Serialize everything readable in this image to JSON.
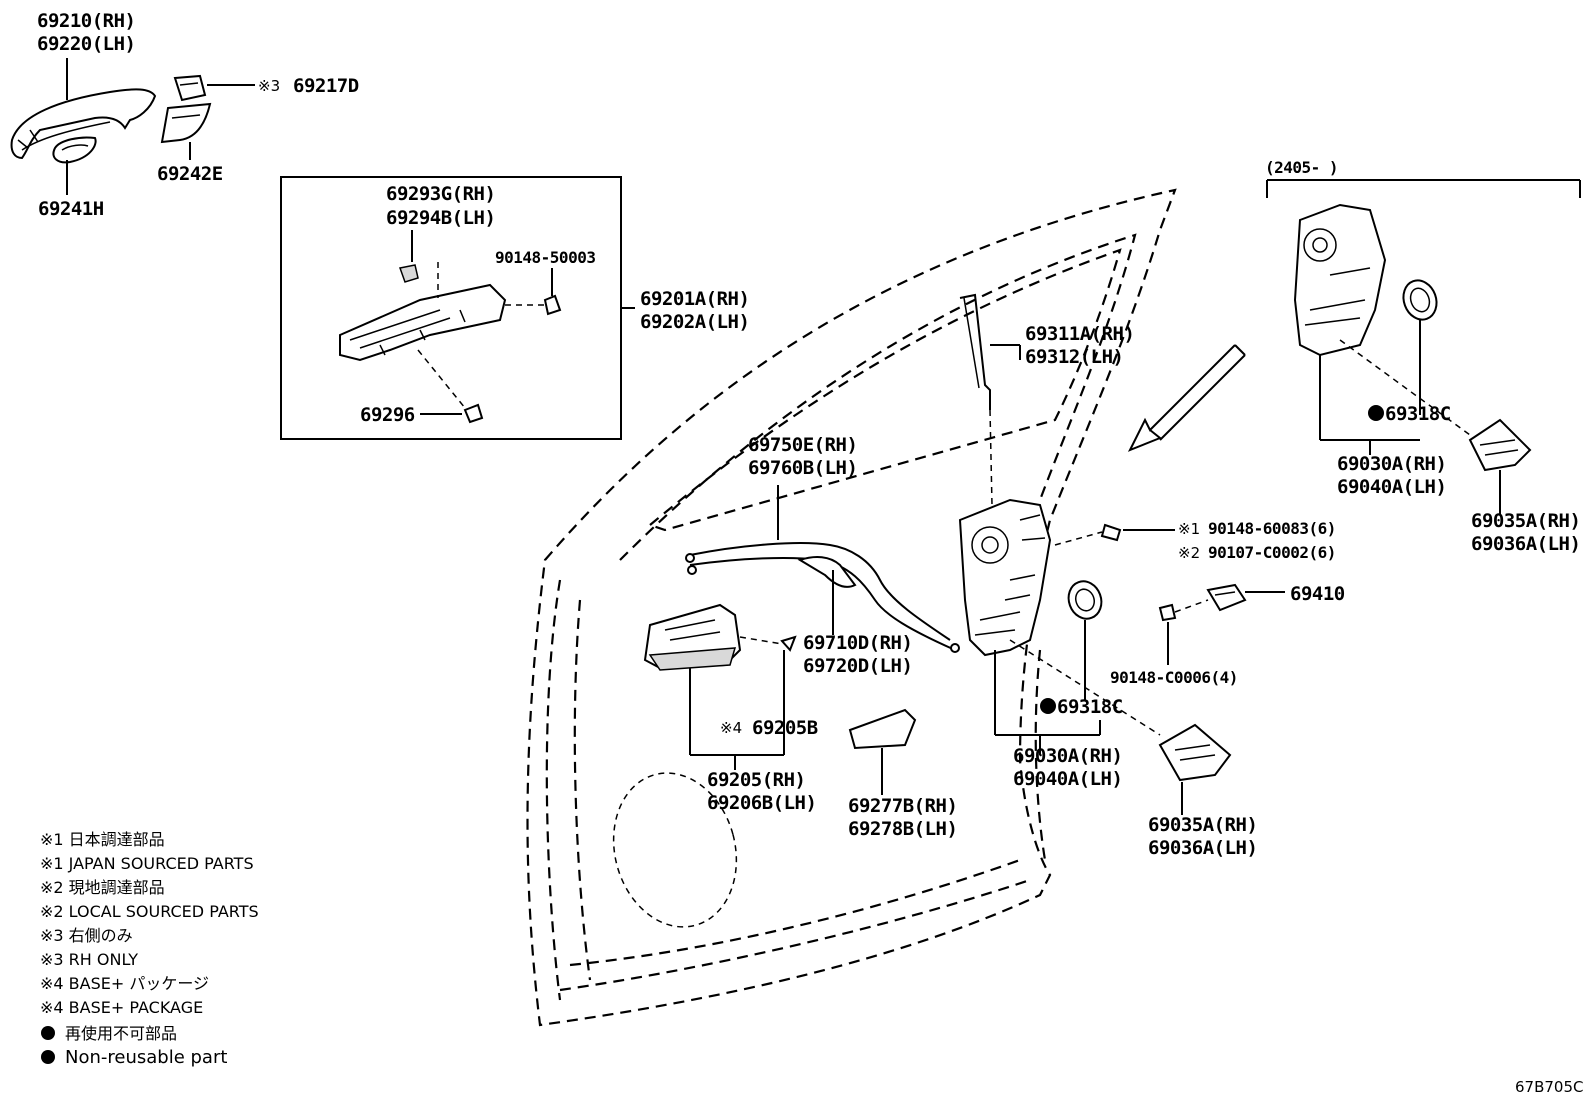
{
  "labels": {
    "p69210": "69210(RH)",
    "p69220": "69220(LH)",
    "p69217D_mark": "※3",
    "p69217D": "69217D",
    "p69242E": "69242E",
    "p69241H": "69241H",
    "p69293G": "69293G(RH)",
    "p69294B": "69294B(LH)",
    "p90148_50003": "90148-50003",
    "p69201A": "69201A(RH)",
    "p69202A": "69202A(LH)",
    "p69296": "69296",
    "p69311A": "69311A(RH)",
    "p69312": "69312(LH)",
    "p69750E": "69750E(RH)",
    "p69760B": "69760B(LH)",
    "p90148_60083_mark": "※1",
    "p90148_60083": "90148-60083(6)",
    "p90107_C0002_mark": "※2",
    "p90107_C0002": "90107-C0002(6)",
    "p69410": "69410",
    "p90148_C0006": "90148-C0006(4)",
    "p69710D": "69710D(RH)",
    "p69720D": "69720D(LH)",
    "p69318C_center": "69318C",
    "p69030A_center": "69030A(RH)",
    "p69040A_center": "69040A(LH)",
    "p69205B_mark": "※4",
    "p69205B": "69205B",
    "p69205": "69205(RH)",
    "p69206B": "69206B(LH)",
    "p69277B": "69277B(RH)",
    "p69278B": "69278B(LH)",
    "p69035A_center": "69035A(RH)",
    "p69036A_center": "69036A(LH)",
    "date_range": "(2405-        )",
    "p69318C_inset": "69318C",
    "p69030A_inset": "69030A(RH)",
    "p69040A_inset": "69040A(LH)",
    "p69035A_inset": "69035A(RH)",
    "p69036A_inset": "69036A(LH)",
    "drawing_id": "67B705C"
  },
  "legend": [
    "※1 日本調達部品",
    "※1 JAPAN SOURCED PARTS",
    "※2 現地調達部品",
    "※2 LOCAL SOURCED PARTS",
    "※3 右側のみ",
    "※3 RH ONLY",
    "※4 BASE+ パッケージ",
    "※4 BASE+ PACKAGE"
  ],
  "legend_dot": [
    "再使用不可部品",
    "Non-reusable part"
  ]
}
